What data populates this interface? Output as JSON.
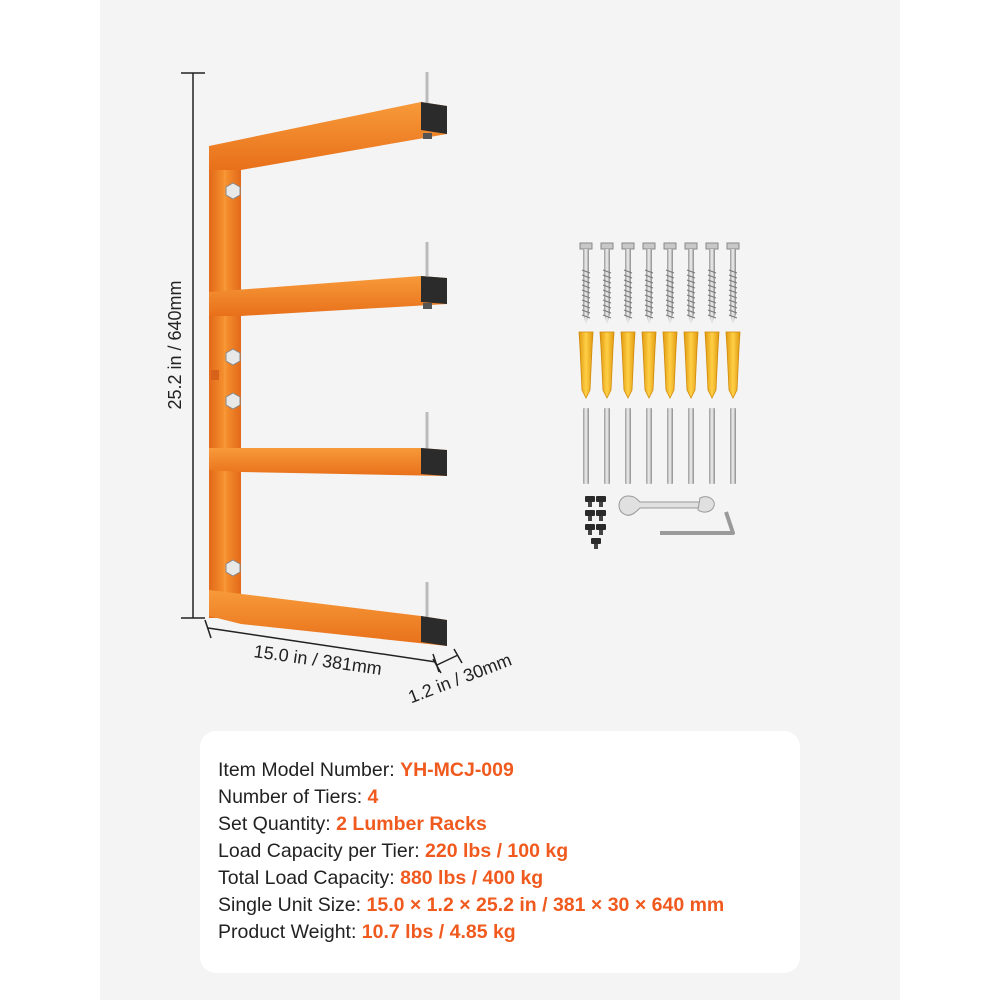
{
  "dimensions": {
    "height": "25.2 in / 640mm",
    "width": "15.0 in / 381mm",
    "depth": "1.2 in / 30mm"
  },
  "colors": {
    "rack_orange": "#f07c1f",
    "accent_text": "#f05a1e",
    "anchor_yellow": "#f4b41a",
    "panel_bg": "#f4f4f4"
  },
  "accessories": {
    "screws": 8,
    "anchors": 8,
    "rods": 8,
    "bolts": 7,
    "wrench": 1,
    "hex_key": 1
  },
  "specs": [
    {
      "label": "Item Model Number: ",
      "value": "YH-MCJ-009"
    },
    {
      "label": "Number of Tiers: ",
      "value": "4"
    },
    {
      "label": "Set Quantity: ",
      "value": "2 Lumber Racks"
    },
    {
      "label": "Load Capacity per Tier: ",
      "value": "220 lbs / 100 kg"
    },
    {
      "label": "Total Load Capacity: ",
      "value": "880 lbs / 400 kg"
    },
    {
      "label": "Single Unit Size: ",
      "value": "15.0 × 1.2 × 25.2 in / 381 × 30 × 640 mm"
    },
    {
      "label": "Product Weight: ",
      "value": "10.7 lbs / 4.85 kg"
    }
  ]
}
